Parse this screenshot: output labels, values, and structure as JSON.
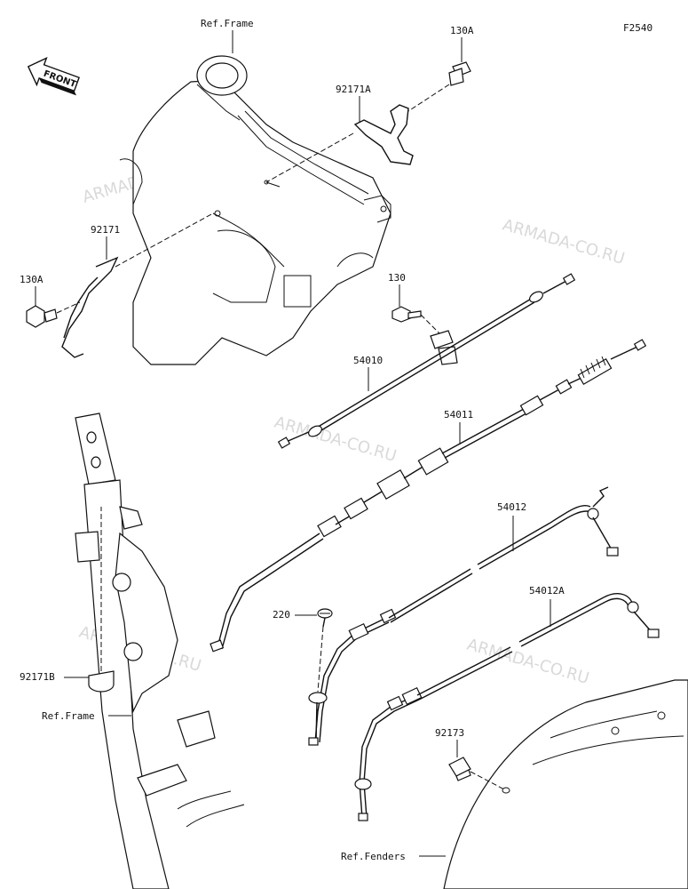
{
  "figure_code": "F2540",
  "front_label": "FRONT",
  "watermark": "ARMADA-CO.RU",
  "ref_labels": {
    "frame_top": "Ref.Frame",
    "frame_bottom": "Ref.Frame",
    "fenders": "Ref.Fenders"
  },
  "part_labels": {
    "p130a_top": "130A",
    "p92171a": "92171A",
    "p92171": "92171",
    "p130a_left": "130A",
    "p130": "130",
    "p54010": "54010",
    "p54011": "54011",
    "p54012": "54012",
    "p54012a": "54012A",
    "p220": "220",
    "p92171b": "92171B",
    "p92173": "92173"
  }
}
